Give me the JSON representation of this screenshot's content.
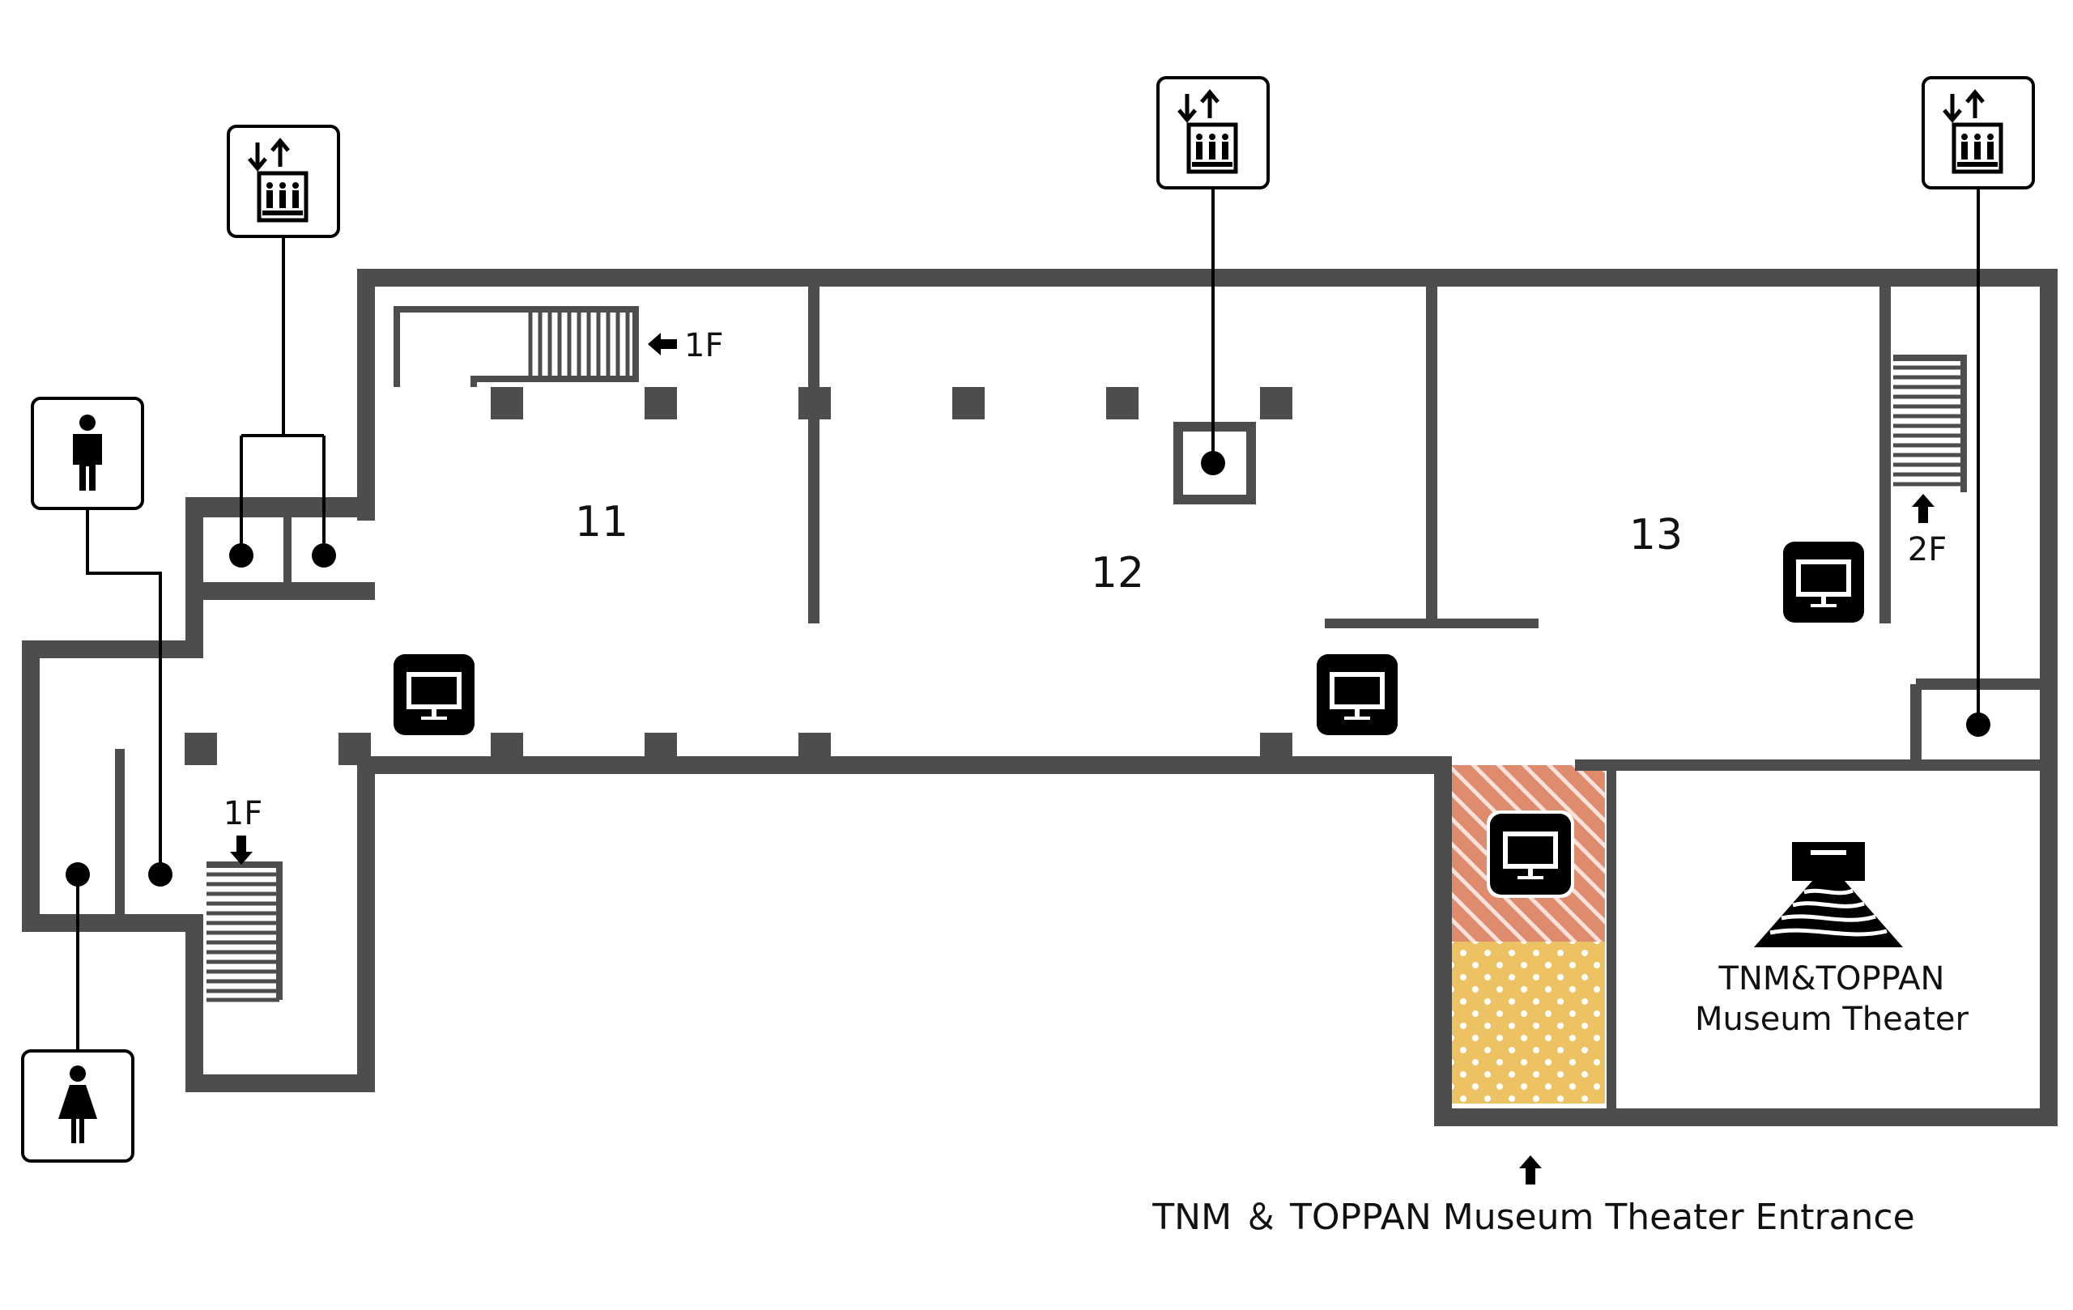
{
  "rooms": {
    "room_11": "11",
    "room_12": "12",
    "room_13": "13"
  },
  "floor_links": {
    "stairs_top_left": "1F",
    "stairs_bottom_left": "1F",
    "stairs_right": "2F"
  },
  "theater": {
    "name_line1": "TNM&TOPPAN",
    "name_line2": "Museum Theater",
    "entrance_label": "TNM ＆ TOPPAN Museum Theater Entrance"
  },
  "icons": {
    "elevator": "elevator-icon",
    "restroom_men": "men-restroom-icon",
    "restroom_women": "women-restroom-icon",
    "monitor": "monitor-icon",
    "theater_logo": "theater-logo-icon",
    "arrow": "arrow-icon"
  },
  "colors": {
    "wall": "#4d4d4d",
    "hatch_area": "#df8b6e",
    "dot_area": "#ecc262",
    "icon_black": "#000000"
  }
}
